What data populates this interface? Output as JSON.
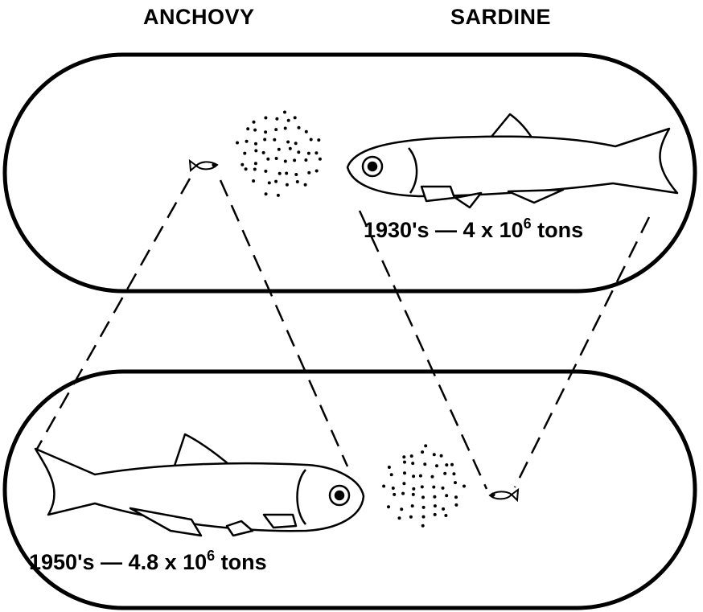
{
  "column_titles": {
    "left": "ANCHOVY",
    "right": "SARDINE"
  },
  "panels": {
    "top": {
      "period": "1930's",
      "dash": "—",
      "value": "4 x 10",
      "exponent": "6",
      "unit": "tons"
    },
    "bottom": {
      "period": "1950's",
      "dash": "—",
      "value": "4.8 x 10",
      "exponent": "6",
      "unit": "tons"
    }
  },
  "colors": {
    "ink": "#000000",
    "background": "#ffffff"
  }
}
